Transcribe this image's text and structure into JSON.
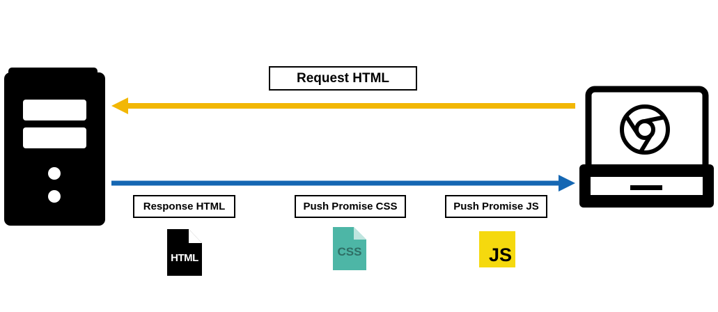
{
  "labels": {
    "request": "Request HTML",
    "response": "Response HTML",
    "push_css": "Push Promise CSS",
    "push_js": "Push Promise JS"
  },
  "files": {
    "html": {
      "icon": "html-file-icon",
      "text": "HTML"
    },
    "css": {
      "icon": "css-file-icon",
      "text": "CSS"
    },
    "js": {
      "icon": "javascript-logo-icon",
      "text": "JS"
    }
  },
  "icons": {
    "server": "server-tower-icon",
    "client": "laptop-chrome-icon"
  },
  "colors": {
    "request_arrow": "#f2b705",
    "response_arrow": "#1567b3",
    "css_file": "#4db6a6",
    "js_logo": "#f5d90e",
    "stroke": "#000000"
  }
}
